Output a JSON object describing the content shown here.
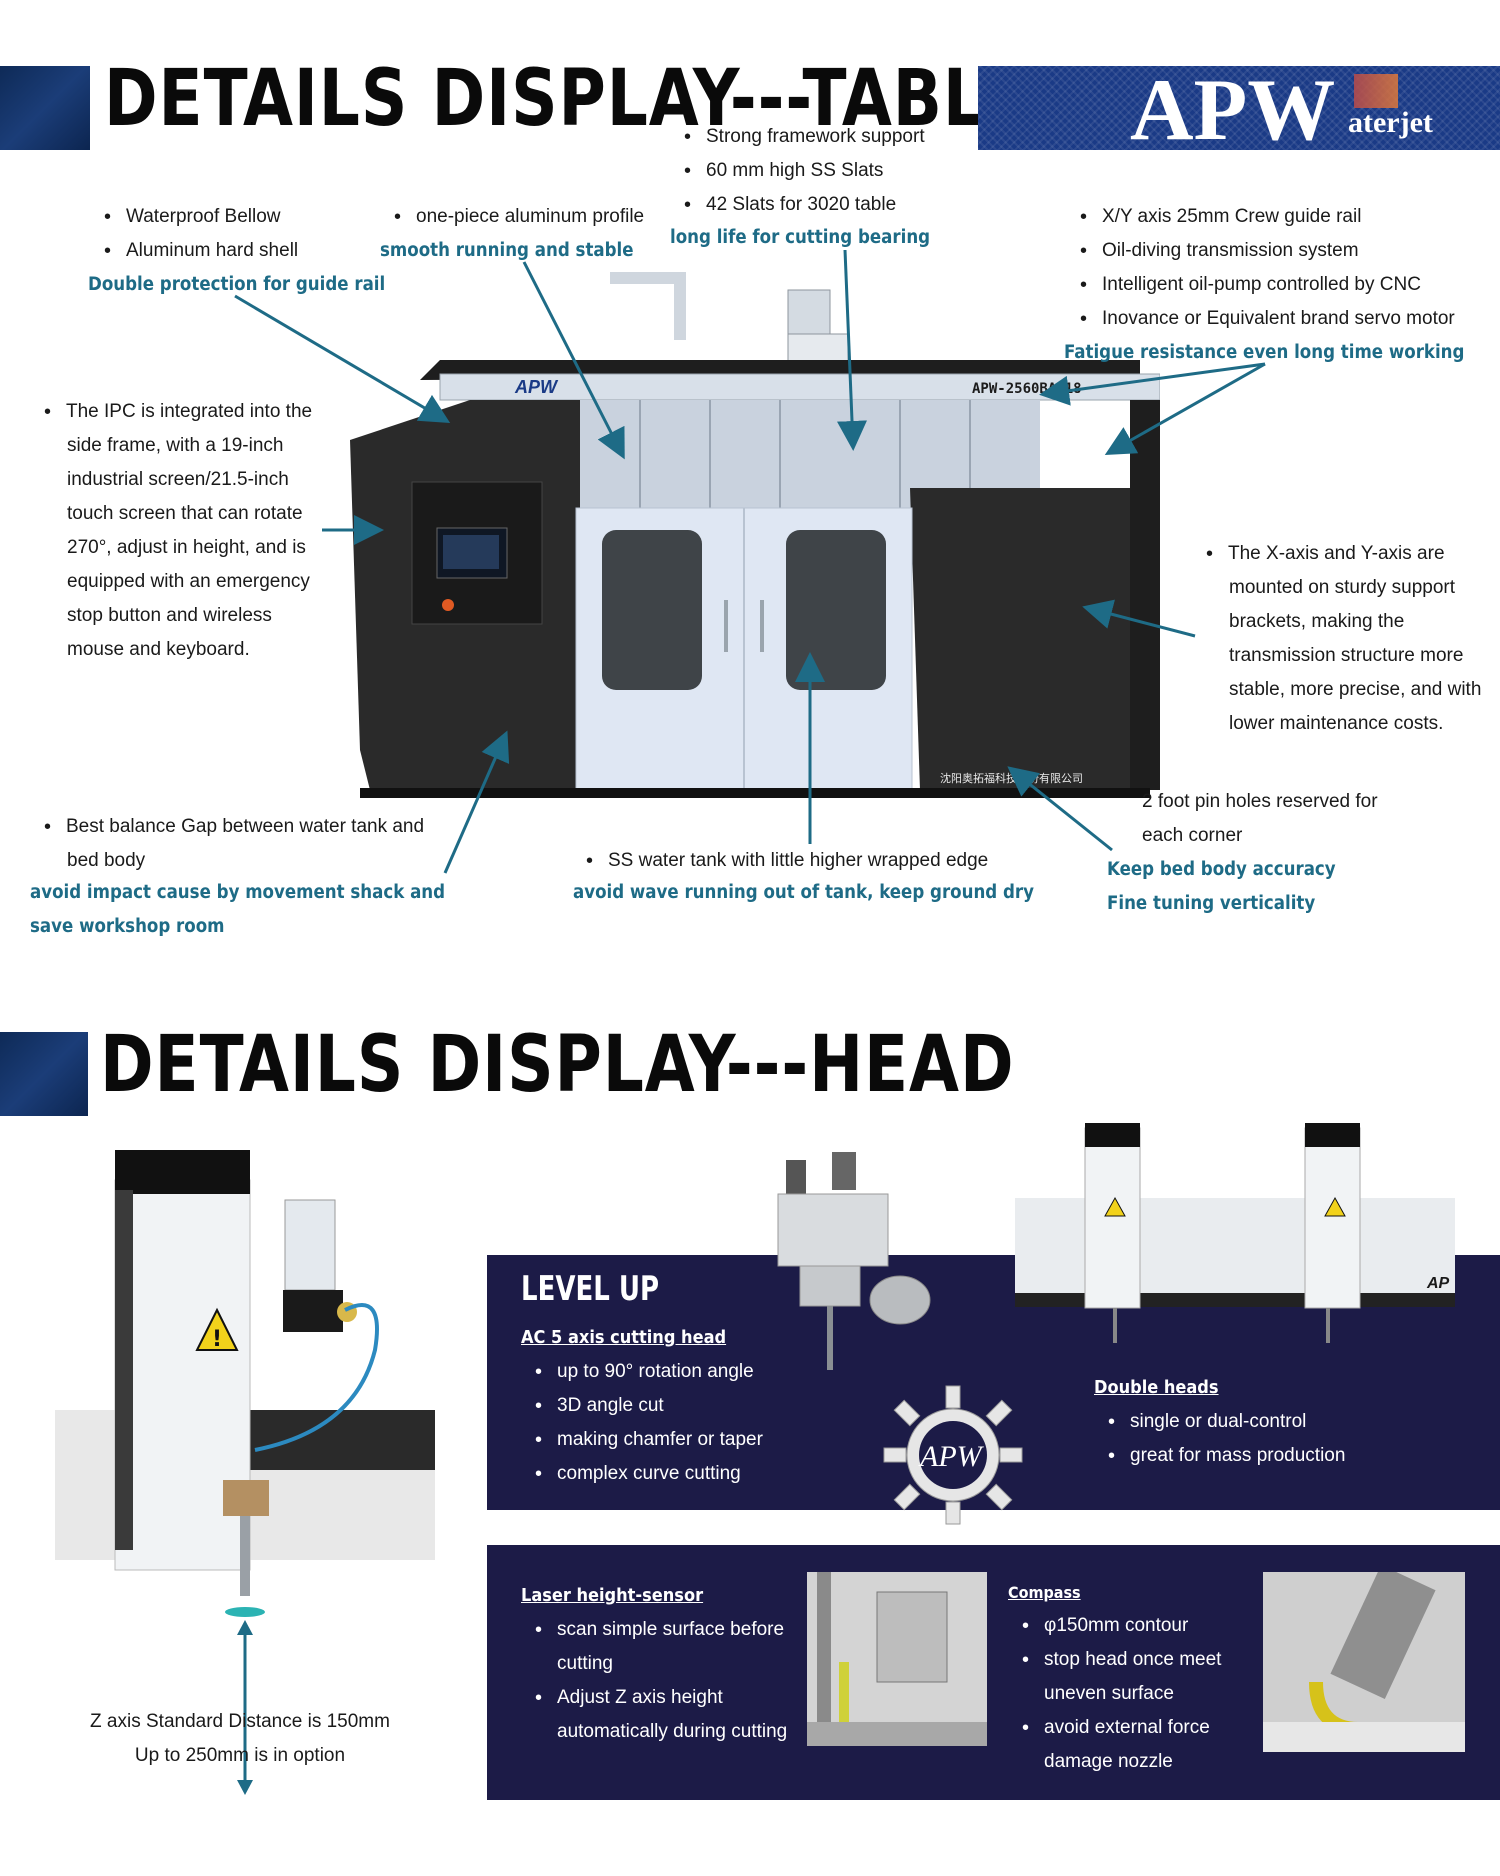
{
  "section1": {
    "title": "DETAILS DISPLAY---TABLE",
    "logo_main": "APW",
    "logo_sub": "aterjet",
    "callouts": {
      "bellow_items": [
        "Waterproof Bellow",
        "Aluminum hard shell"
      ],
      "bellow_highlight": "Double protection for guide rail",
      "profile_items": [
        "one-piece aluminum profile"
      ],
      "profile_highlight": "smooth running and stable",
      "frame_items": [
        "Strong framework support",
        "60 mm high SS Slats",
        "42 Slats for 3020 table"
      ],
      "frame_highlight": "long life for cutting bearing",
      "rail_items": [
        "X/Y axis 25mm Crew guide rail",
        "Oil-diving transmission system",
        "Intelligent oil-pump controlled by CNC",
        "Inovance or Equivalent brand servo motor"
      ],
      "rail_highlight": "Fatigue resistance even long time working",
      "ipc_lines": [
        "The IPC is integrated into the",
        "side frame, with a 19-inch",
        "industrial screen/21.5-inch",
        "touch screen that can rotate",
        "270°, adjust in height, and is",
        "equipped with an emergency",
        "stop button and wireless",
        "mouse and keyboard."
      ],
      "xy_lines": [
        "The X-axis and Y-axis are",
        "mounted on sturdy support",
        "brackets, making the",
        "transmission structure more",
        "stable, more precise, and with",
        "lower maintenance costs."
      ],
      "gap_lines": [
        "Best balance Gap between water tank and",
        "bed body"
      ],
      "gap_highlight_lines": [
        "avoid impact cause by movement shack and",
        "save workshop room"
      ],
      "tank_items": [
        "SS water tank with little higher wrapped edge"
      ],
      "tank_highlight": "avoid wave running out of tank, keep ground dry",
      "pin_lines": [
        "2 foot pin holes reserved for",
        "each corner"
      ],
      "pin_highlight_lines": [
        "Keep bed body accuracy",
        "Fine tuning verticality"
      ]
    },
    "machine": {
      "beam_logo": "APW",
      "model": "APW-2560BA-18",
      "company": "沈阳奥拓福科技股份有限公司"
    }
  },
  "section2": {
    "title": "DETAILS DISPLAY---HEAD",
    "z_axis_lines": [
      "Z axis Standard Distance is 150mm",
      "Up to 250mm is in option"
    ],
    "level_up": {
      "title": "LEVEL UP",
      "ac_title": "AC 5 axis cutting head",
      "ac_items": [
        "up to 90° rotation angle",
        "3D angle cut",
        "making chamfer or taper",
        "complex curve cutting"
      ],
      "logo": "APW",
      "double_title": "Double heads",
      "double_items": [
        "single or dual-control",
        "great for mass production"
      ],
      "beam_tag": "AP"
    },
    "sensor_panel": {
      "laser_title": "Laser height-sensor",
      "laser_items": [
        "scan simple surface before|cutting",
        "Adjust Z axis height|automatically during cutting"
      ],
      "compass_title": "Compass",
      "compass_items": [
        "φ150mm contour",
        "stop head once meet|uneven surface",
        "avoid external force|damage nozzle"
      ]
    }
  },
  "colors": {
    "accent_teal": "#1e6b86",
    "navy_panel": "#1c1b47",
    "brand_blue": "#1a3a86",
    "machine_black": "#2a2a2a",
    "machine_light": "#d9e2ee"
  }
}
